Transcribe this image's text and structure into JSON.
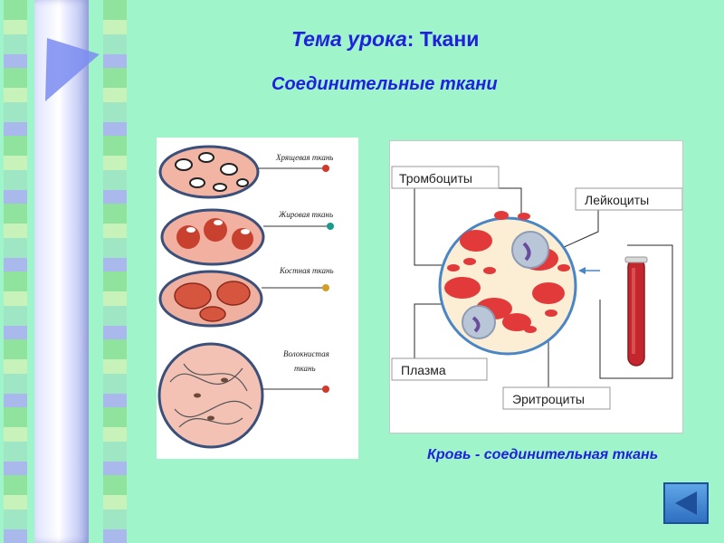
{
  "header": {
    "title_label": "Тема урока",
    "title_colon": ": ",
    "title_value": "Ткани",
    "subtitle": "Соединительные ткани"
  },
  "tissues": {
    "cartilage": "Хрящевая ткань",
    "fat": "Жировая ткань",
    "bone": "Костная ткань",
    "fibrous_1": "Волокнистая",
    "fibrous_2": "ткань"
  },
  "blood_diagram": {
    "platelets": "Тромбоциты",
    "leukocytes": "Лейкоциты",
    "plasma": "Плазма",
    "erythrocytes": "Эритроциты"
  },
  "caption": "Кровь - соединительная ткань",
  "colors": {
    "background": "#9ff5c9",
    "title": "#2020e0",
    "cell_red": "#e23a3a"
  },
  "nav": {
    "back_icon": "triangle-left-icon"
  }
}
